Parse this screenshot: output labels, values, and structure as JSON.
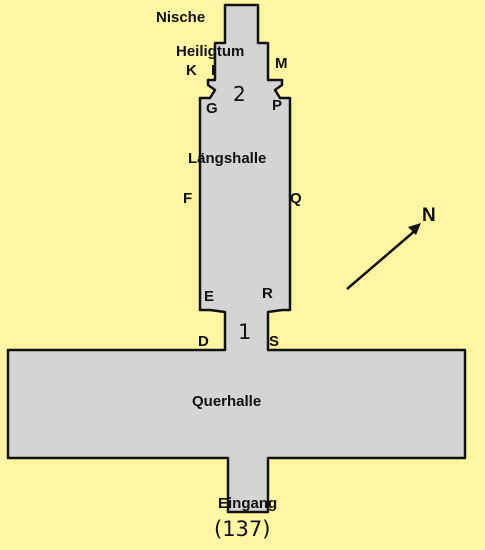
{
  "labels": {
    "nische": "Nische",
    "heiligtum": "Heiligtum",
    "laengshalle": "Längshalle",
    "querhalle": "Querhalle",
    "eingang": "Eingang",
    "number": "(137)",
    "north": "N",
    "room_1": "1",
    "room_2": "2",
    "K": "K",
    "I": "I",
    "M": "M",
    "G": "G",
    "P": "P",
    "F": "F",
    "Q": "Q",
    "E": "E",
    "R": "R",
    "D": "D",
    "S": "S"
  },
  "colors": {
    "background": "#fef6a2",
    "floor": "#d4d4d4",
    "outline": "#111111"
  }
}
